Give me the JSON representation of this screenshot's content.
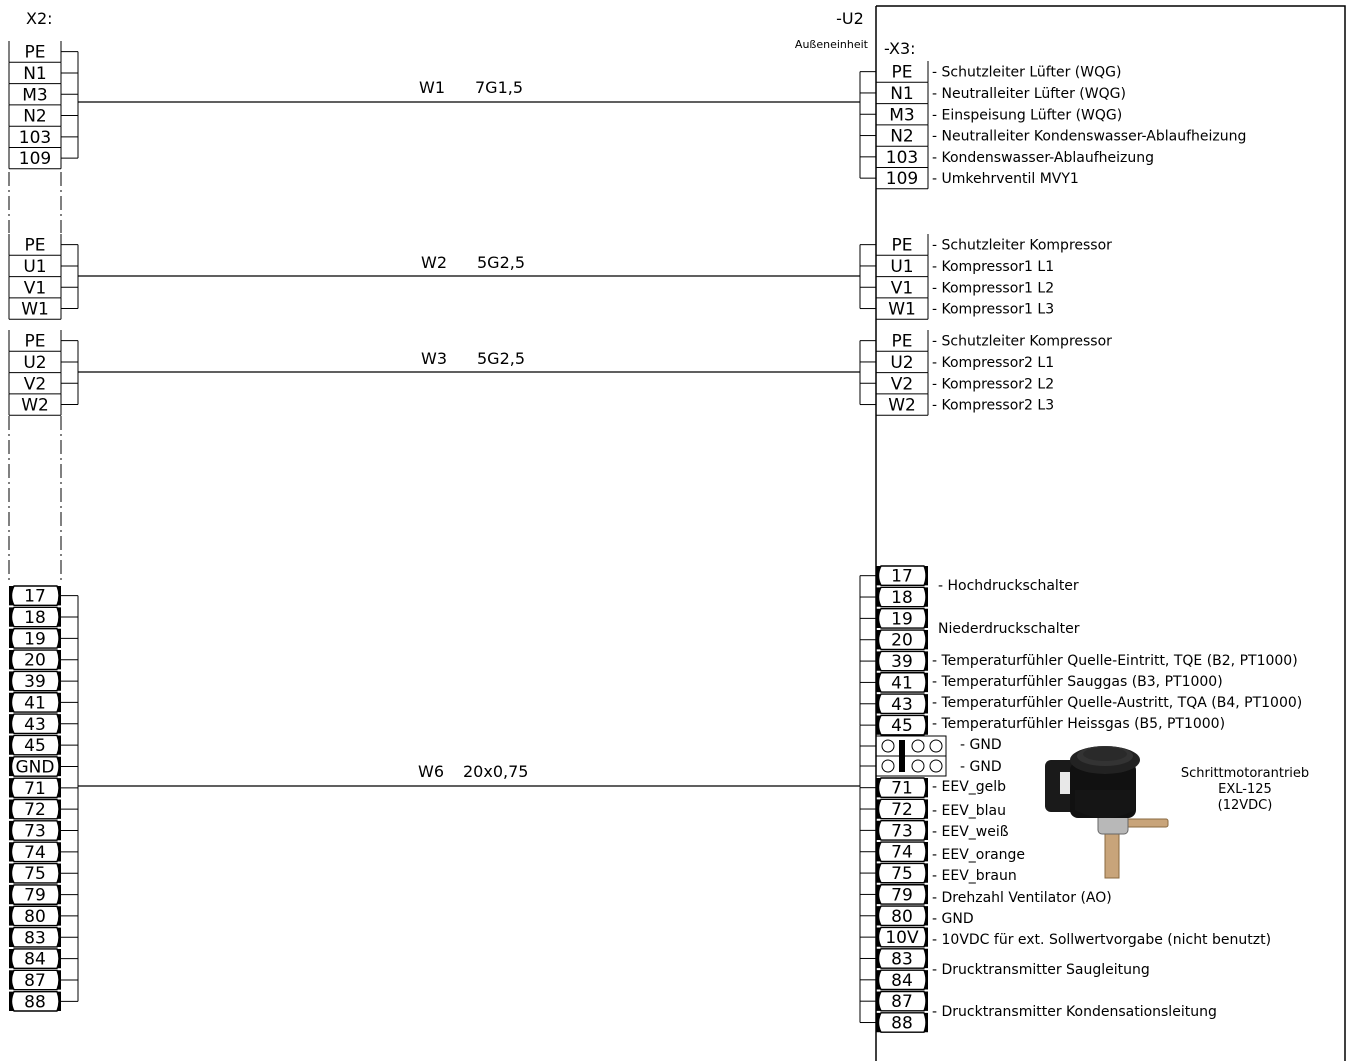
{
  "left_strip": {
    "label": "X2:",
    "group1": [
      "PE",
      "N1",
      "M3",
      "N2",
      "103",
      "109"
    ],
    "group2": [
      "PE",
      "U1",
      "V1",
      "W1"
    ],
    "group3": [
      "PE",
      "U2",
      "V2",
      "W2"
    ],
    "group4": [
      "17",
      "18",
      "19",
      "20",
      "39",
      "41",
      "43",
      "45",
      "GND",
      "71",
      "72",
      "73",
      "74",
      "75",
      "79",
      "80",
      "83",
      "84",
      "87",
      "88"
    ]
  },
  "unit": {
    "label": "-U2",
    "sublabel": "Außeneinheit",
    "strip_label": "-X3:"
  },
  "cables": [
    {
      "name": "W1",
      "spec": "7G1,5"
    },
    {
      "name": "W2",
      "spec": "5G2,5"
    },
    {
      "name": "W3",
      "spec": "5G2,5"
    },
    {
      "name": "W6",
      "spec": "20x0,75"
    }
  ],
  "right_group1": [
    {
      "t": "PE",
      "d": "- Schutzleiter Lüfter (WQG)"
    },
    {
      "t": "N1",
      "d": "- Neutralleiter Lüfter (WQG)"
    },
    {
      "t": "M3",
      "d": "- Einspeisung Lüfter (WQG)"
    },
    {
      "t": "N2",
      "d": "- Neutralleiter Kondenswasser-Ablaufheizung"
    },
    {
      "t": "103",
      "d": "- Kondenswasser-Ablaufheizung"
    },
    {
      "t": "109",
      "d": "- Umkehrventil MVY1"
    }
  ],
  "right_group2": [
    {
      "t": "PE",
      "d": "- Schutzleiter Kompressor"
    },
    {
      "t": "U1",
      "d": "- Kompressor1 L1"
    },
    {
      "t": "V1",
      "d": "- Kompressor1 L2"
    },
    {
      "t": "W1",
      "d": "- Kompressor1 L3"
    }
  ],
  "right_group3": [
    {
      "t": "PE",
      "d": "- Schutzleiter Kompressor"
    },
    {
      "t": "U2",
      "d": "- Kompressor2 L1"
    },
    {
      "t": "V2",
      "d": "- Kompressor2 L2"
    },
    {
      "t": "W2",
      "d": "- Kompressor2 L3"
    }
  ],
  "right_group4_a": [
    "17",
    "18",
    "19",
    "20",
    "39",
    "41",
    "43",
    "45"
  ],
  "right_group4_b": [
    "71",
    "72",
    "73",
    "74",
    "75",
    "79",
    "80",
    "10V",
    "83",
    "84",
    "87",
    "88"
  ],
  "right_group4_desc": {
    "hochdruck": "- Hochdruckschalter",
    "niederdruck": "Niederdruckschalter",
    "t39": "- Temperaturfühler Quelle-Eintritt, TQE (B2, PT1000)",
    "t41": "- Temperaturfühler Sauggas (B3, PT1000)",
    "t43": "- Temperaturfühler Quelle-Austritt, TQA (B4, PT1000)",
    "t45": "- Temperaturfühler Heissgas (B5, PT1000)",
    "gnd1": "- GND",
    "gnd2": "- GND",
    "t71": "- EEV_gelb",
    "t72": "- EEV_blau",
    "t73": "- EEV_weiß",
    "t74": "- EEV_orange",
    "t75": "- EEV_braun",
    "t79": "- Drehzahl Ventilator (AO)",
    "t80": "- GND",
    "t10v": "- 10VDC für ext. Sollwertvorgabe (nicht benutzt)",
    "t8384": "- Drucktransmitter Saugleitung",
    "t8788": "- Drucktransmitter Kondensationsleitung"
  },
  "motor": {
    "line1": "Schrittmotorantrieb",
    "line2": "EXL-125",
    "line3": "(12VDC)"
  }
}
